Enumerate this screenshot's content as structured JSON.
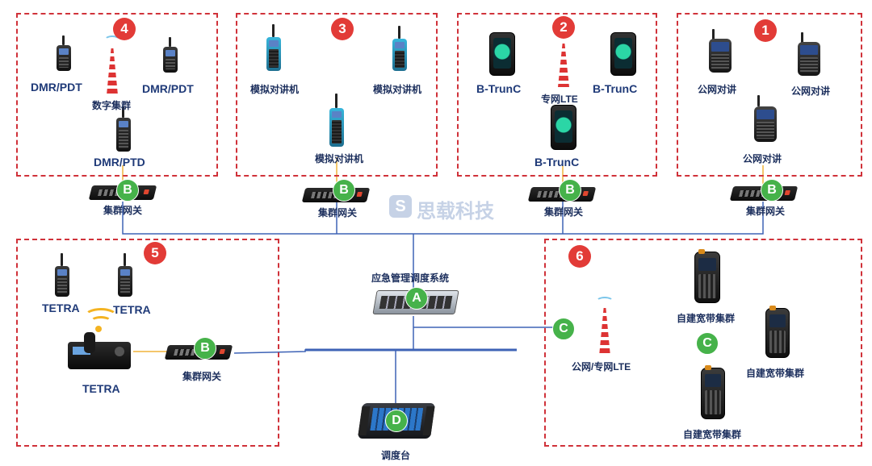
{
  "colors": {
    "zone_border": "#d0323a",
    "number_badge": "#e23b37",
    "node_badge": "#46b24a",
    "network_line": "#3e63b6",
    "link_line": "#f0b43a",
    "label": "#1f3a78"
  },
  "watermark": {
    "logo": "S",
    "text": "思载科技"
  },
  "zones": [
    {
      "id": "4",
      "number": "4",
      "devices": [
        {
          "label": "DMR/PDT",
          "icon": "dmr-radio-icon"
        },
        {
          "label": "数字集群",
          "icon": "cell-tower-icon"
        },
        {
          "label": "DMR/PDT",
          "icon": "dmr-radio-icon"
        },
        {
          "label": "DMR/PTD",
          "icon": "dmr-radio-icon"
        }
      ]
    },
    {
      "id": "3",
      "number": "3",
      "devices": [
        {
          "label": "模拟对讲机",
          "icon": "analog-radio-icon"
        },
        {
          "label": "模拟对讲机",
          "icon": "analog-radio-icon"
        },
        {
          "label": "模拟对讲机",
          "icon": "analog-radio-icon"
        }
      ]
    },
    {
      "id": "2",
      "number": "2",
      "devices": [
        {
          "label": "B-TrunC",
          "icon": "smartphone-icon"
        },
        {
          "label": "专网LTE",
          "icon": "cell-tower-icon"
        },
        {
          "label": "B-TrunC",
          "icon": "smartphone-icon"
        },
        {
          "label": "B-TrunC",
          "icon": "smartphone-icon"
        }
      ]
    },
    {
      "id": "1",
      "number": "1",
      "devices": [
        {
          "label": "公网对讲",
          "icon": "public-radio-icon"
        },
        {
          "label": "公网对讲",
          "icon": "public-radio-icon"
        },
        {
          "label": "公网对讲",
          "icon": "public-radio-icon"
        }
      ]
    },
    {
      "id": "5",
      "number": "5",
      "devices": [
        {
          "label": "TETRA",
          "icon": "tetra-radio-icon"
        },
        {
          "label": "TETRA",
          "icon": "tetra-radio-icon"
        },
        {
          "label": "TETRA",
          "icon": "mobile-radio-icon"
        }
      ]
    },
    {
      "id": "6",
      "number": "6",
      "devices": [
        {
          "label": "公网/专网LTE",
          "icon": "cell-tower-icon"
        },
        {
          "label": "自建宽带集群",
          "icon": "rugged-phone-icon"
        },
        {
          "label": "自建宽带集群",
          "icon": "rugged-phone-icon"
        },
        {
          "label": "自建宽带集群",
          "icon": "rugged-phone-icon"
        }
      ]
    }
  ],
  "gateways": [
    {
      "label": "集群网关",
      "badge": "B"
    },
    {
      "label": "集群网关",
      "badge": "B"
    },
    {
      "label": "集群网关",
      "badge": "B"
    },
    {
      "label": "集群网关",
      "badge": "B"
    },
    {
      "label": "集群网关",
      "badge": "B"
    }
  ],
  "core": {
    "server": {
      "label": "应急管理调度系统",
      "badge": "A"
    },
    "console": {
      "label": "调度台",
      "badge": "D"
    },
    "lte_link_badge": "C",
    "broadband_badge": "C"
  }
}
